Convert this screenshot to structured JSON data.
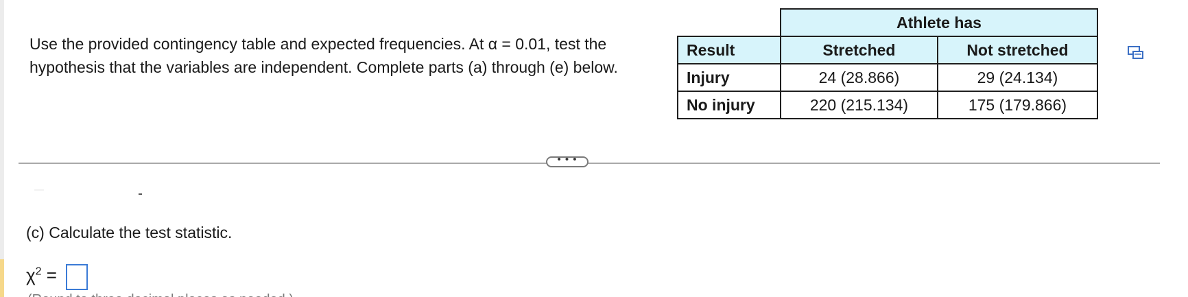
{
  "problem": {
    "text": "Use the provided contingency table and expected frequencies. At α = 0.01, test the hypothesis that the variables are independent. Complete parts (a) through (e) below."
  },
  "table": {
    "group_header": "Athlete has",
    "row_header": "Result",
    "columns": [
      "Stretched",
      "Not stretched"
    ],
    "rows": [
      {
        "label": "Injury",
        "values": [
          "24 (28.866)",
          "29 (24.134)"
        ]
      },
      {
        "label": "No injury",
        "values": [
          "220 (215.134)",
          "175 (179.866)"
        ]
      }
    ]
  },
  "icons": {
    "copy": "copy-icon",
    "expand": "ellipsis-icon"
  },
  "expand_label": "• • •",
  "part_c": {
    "prompt": "(c) Calculate the test statistic.",
    "symbol": "χ",
    "exponent": "2",
    "equals": "=",
    "answer_value": "",
    "note": "(Round to three decimal places as needed.)"
  },
  "colors": {
    "header_bg": "#d7f4fb",
    "answer_border": "#3b7bd6",
    "divider": "#a9a9a9",
    "left_marker": "#f6d88a"
  }
}
